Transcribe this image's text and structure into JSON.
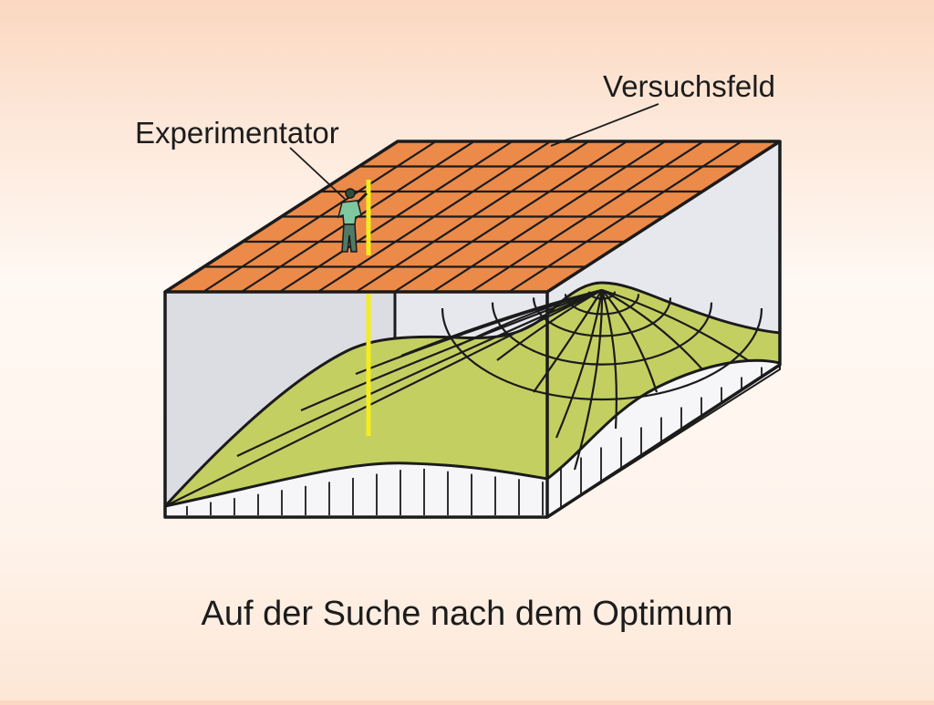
{
  "labels": {
    "field": "Versuchsfeld",
    "experimenter": "Experimentator"
  },
  "caption": "Auf der Suche nach dem Optimum",
  "colors": {
    "grid_surface": "#ec8a49",
    "response_surface": "#c4cf62",
    "box_walls": "#e8e8ed",
    "outline": "#1b1b1b",
    "measuring_rod": "#f4ec1c",
    "person_shirt": "#7fc7a0"
  }
}
